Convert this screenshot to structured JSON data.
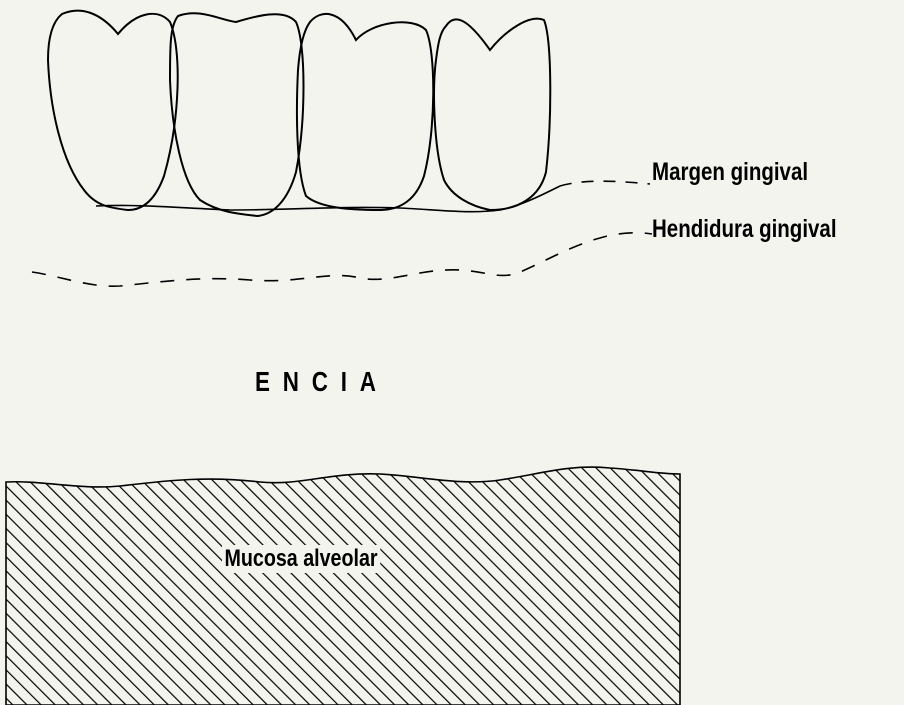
{
  "labels": {
    "margen": "Margen gingival",
    "hendidura": "Hendidura gingival",
    "encia": "ENCIA",
    "mucosa": "Mucosa alveolar"
  },
  "colors": {
    "background": "#f4f4ef",
    "line": "#000000"
  }
}
